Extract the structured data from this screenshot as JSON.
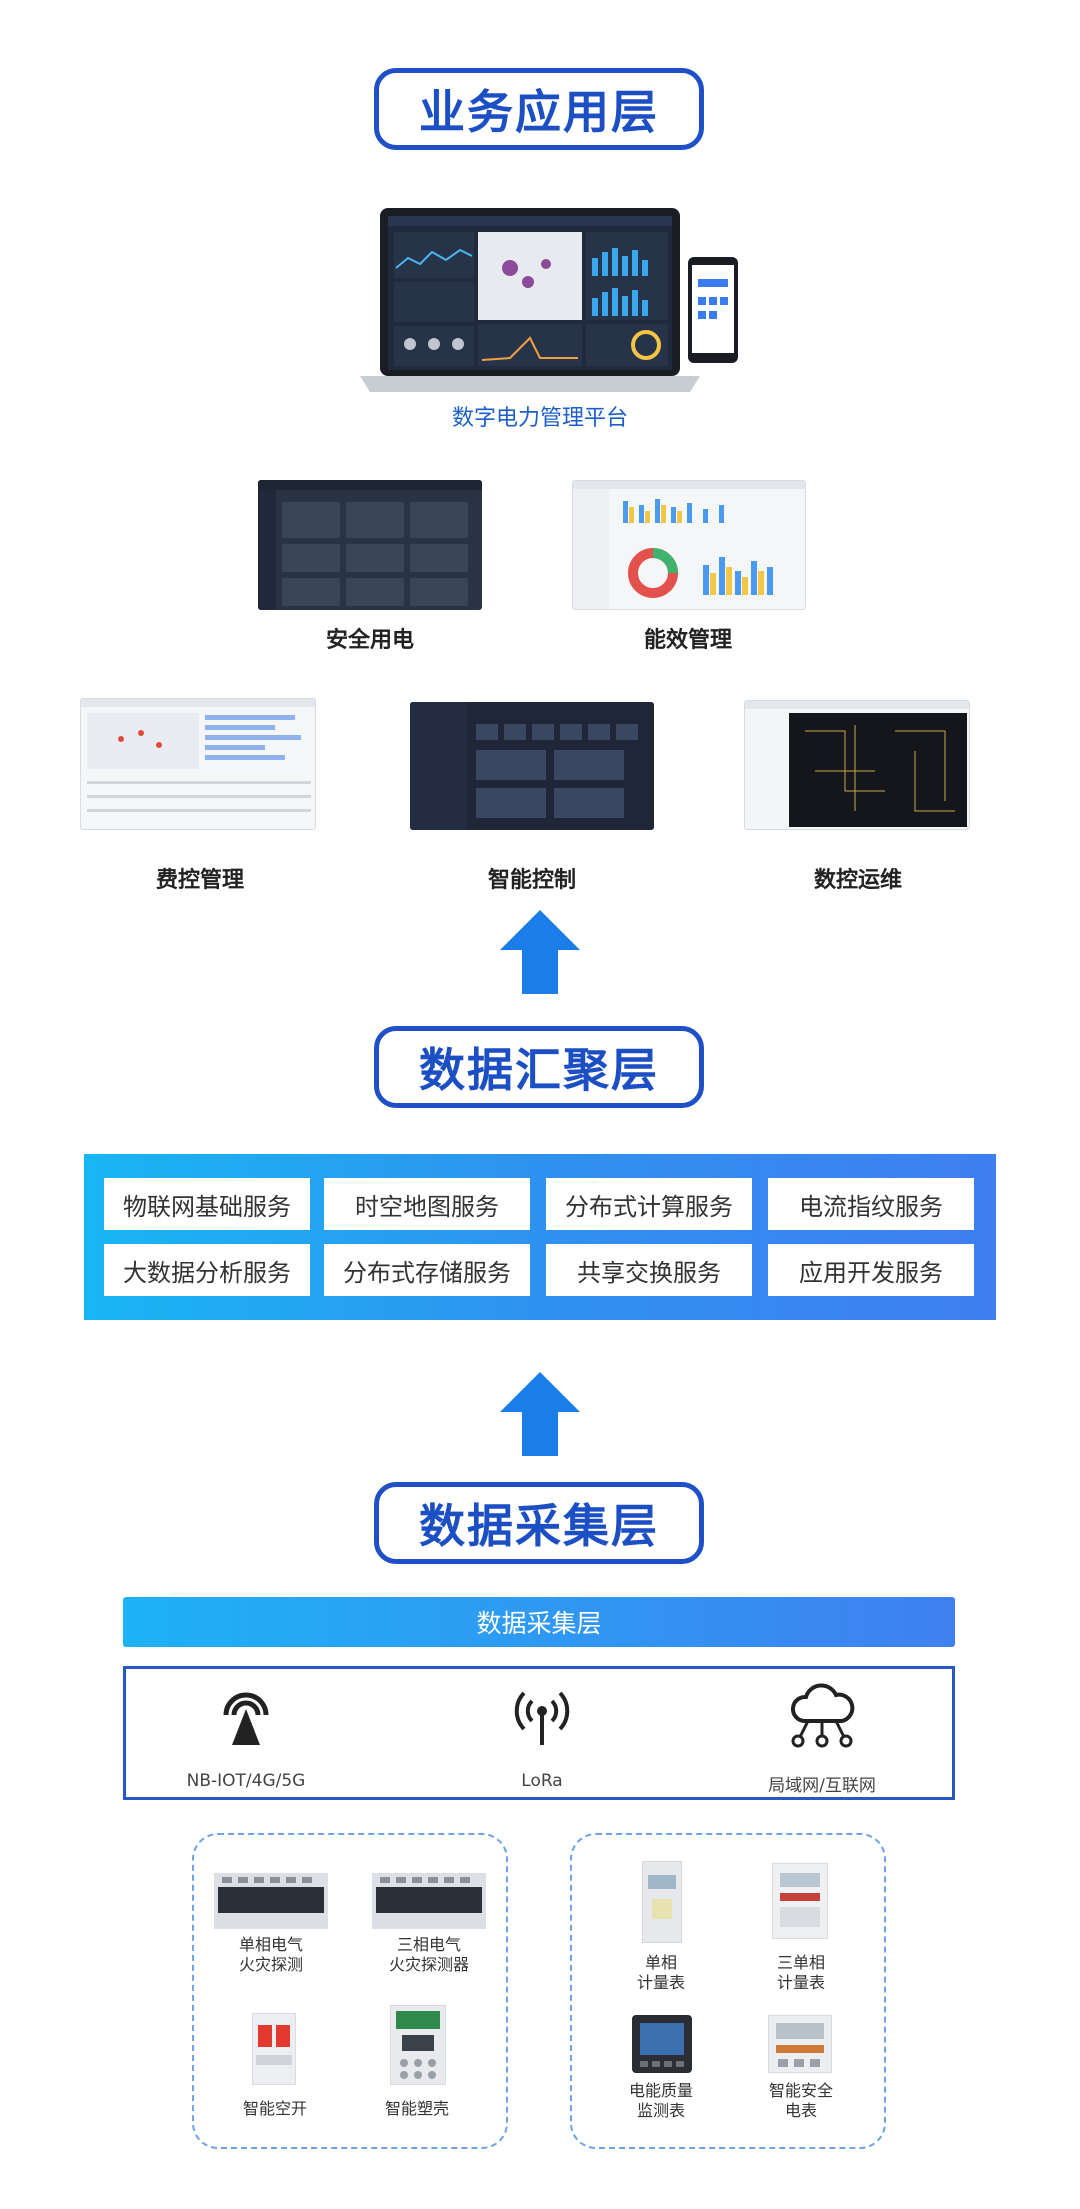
{
  "layers": {
    "app": "业务应用层",
    "aggregation": "数据汇聚层",
    "collection": "数据采集层"
  },
  "platform": {
    "title": "数字电力管理平台"
  },
  "modules": [
    "安全用电",
    "能效管理",
    "费控管理",
    "智能控制",
    "数控运维"
  ],
  "services": [
    "物联网基础服务",
    "时空地图服务",
    "分布式计算服务",
    "电流指纹服务",
    "大数据分析服务",
    "分布式存储服务",
    "共享交换服务",
    "应用开发服务"
  ],
  "collection_bar": "数据采集层",
  "network": [
    {
      "label": "NB-IOT/4G/5G",
      "icon": "antenna-icon"
    },
    {
      "label": "LoRa",
      "icon": "wireless-icon"
    },
    {
      "label": "局域网/互联网",
      "icon": "cloud-network-icon"
    }
  ],
  "devices_left": [
    "单相电气\n火灾探测",
    "三相电气\n火灾探测器",
    "智能空开",
    "智能塑壳"
  ],
  "devices_right": [
    "单相\n计量表",
    "三单相\n计量表",
    "电能质量\n监测表",
    "智能安全\n电表"
  ],
  "colors": {
    "primary": "#1c4fc4",
    "arrow": "#1a7de8",
    "gradient_start": "#19b6f4",
    "gradient_end": "#3f7ef0"
  }
}
